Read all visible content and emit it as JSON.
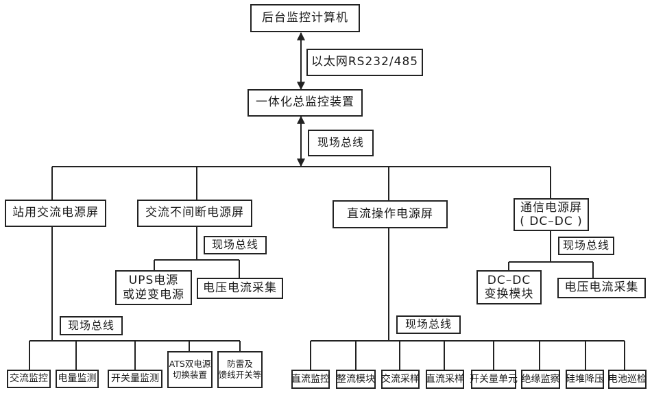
{
  "title": "一体化电源监控系统结构图",
  "top": {
    "backend_computer": "后台监控计算机",
    "link_label": "以太网RS232/485",
    "integrated_monitor": "一体化总监控装置",
    "bus_label": "现场总线"
  },
  "panels": {
    "ac_station": {
      "label": "站用交流电源屏",
      "bus_label": "现场总线",
      "children": [
        "交流监控",
        "电量监测",
        "开关量监测",
        [
          "ATS双电源",
          "切换装置"
        ],
        [
          "防雷及",
          "馈线开关等"
        ]
      ]
    },
    "ups": {
      "label": "交流不间断电源屏",
      "bus_label": "现场总线",
      "children": [
        [
          "UPS电源",
          "或逆变电源"
        ],
        "电压电流采集"
      ]
    },
    "dc_operation": {
      "label": "直流操作电源屏",
      "bus_label": "现场总线",
      "children": [
        "直流监控",
        "整流模块",
        "交流采样",
        "直流采样",
        "开关量单元",
        "绝缘监察",
        "硅堆降压",
        "电池巡检"
      ]
    },
    "telecom": {
      "label_line1": "通信电源屏",
      "label_line2": "( DC–DC )",
      "bus_label": "现场总线",
      "children": [
        [
          "DC–DC",
          "变换模块"
        ],
        "电压电流采集"
      ]
    }
  },
  "colors": {
    "line": "#222222",
    "box_border": "#222222",
    "background": "#ffffff",
    "text": "#1a1a1a"
  }
}
